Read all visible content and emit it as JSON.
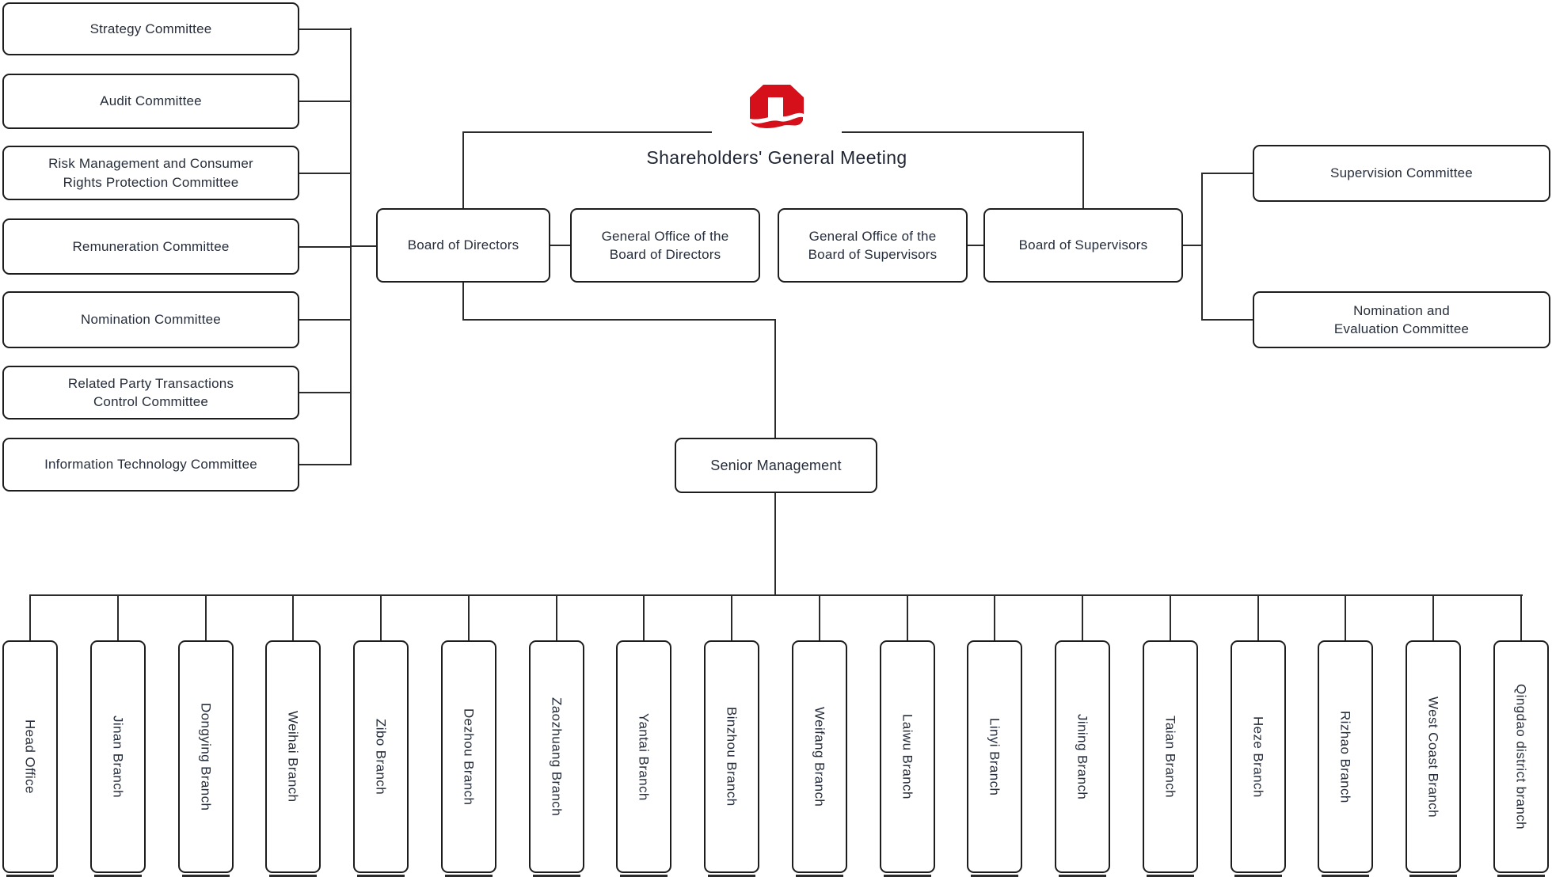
{
  "title": {
    "label": "Shareholders' General Meeting"
  },
  "logo": {
    "name": "qilu-bank-logo",
    "color": "#d5101a"
  },
  "left_committees": [
    {
      "label": "Strategy Committee"
    },
    {
      "label": "Audit Committee"
    },
    {
      "label": "Risk Management and Consumer\nRights Protection Committee"
    },
    {
      "label": "Remuneration Committee"
    },
    {
      "label": "Nomination Committee"
    },
    {
      "label": "Related Party Transactions\nControl Committee"
    },
    {
      "label": "Information Technology Committee"
    }
  ],
  "board_row": {
    "board_of_directors": "Board of Directors",
    "general_office_directors": "General Office of the\nBoard of Directors",
    "general_office_supervisors": "General Office of the\nBoard of Supervisors",
    "board_of_supervisors": "Board of Supervisors"
  },
  "right_committees": [
    {
      "label": "Supervision Committee"
    },
    {
      "label": "Nomination and\nEvaluation Committee"
    }
  ],
  "senior_management": {
    "label": "Senior Management"
  },
  "branches": [
    {
      "label": "Head Office"
    },
    {
      "label": "Jinan Branch"
    },
    {
      "label": "Dongying Branch"
    },
    {
      "label": "Weihai Branch"
    },
    {
      "label": "Zibo Branch"
    },
    {
      "label": "Dezhou Branch"
    },
    {
      "label": "Zaozhuang Branch"
    },
    {
      "label": "Yantai Branch"
    },
    {
      "label": "Binzhou Branch"
    },
    {
      "label": "Weifang Branch"
    },
    {
      "label": "Laiwu Branch"
    },
    {
      "label": "Linyi Branch"
    },
    {
      "label": "Jining Branch"
    },
    {
      "label": "Taian Branch"
    },
    {
      "label": "Heze Branch"
    },
    {
      "label": "Rizhao Branch"
    },
    {
      "label": "West Coast Branch"
    },
    {
      "label": "Qingdao district branch"
    }
  ],
  "colors": {
    "line": "#2b2b2b",
    "box_border": "#1d1d1d",
    "text": "#262d3b",
    "logo_red": "#d5101a",
    "background": "#ffffff"
  }
}
